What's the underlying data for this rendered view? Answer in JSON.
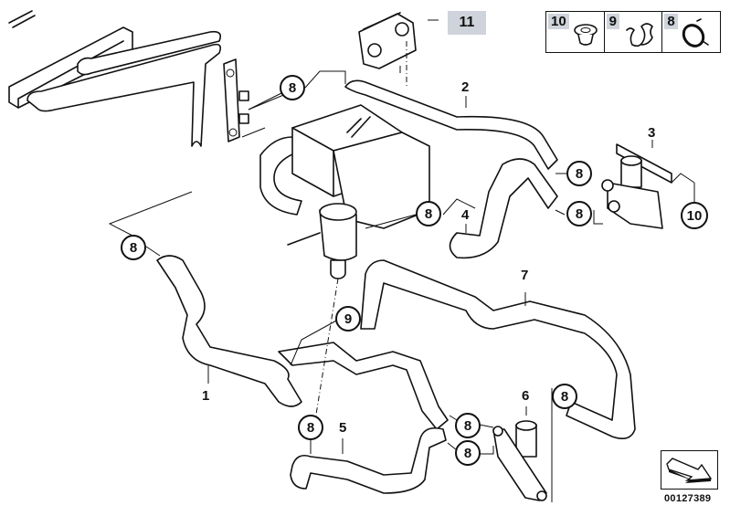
{
  "diagram": {
    "type": "exploded parts diagram",
    "document_number": "00127389",
    "part_callouts": [
      {
        "id": "1",
        "label": "1"
      },
      {
        "id": "2",
        "label": "2"
      },
      {
        "id": "3",
        "label": "3"
      },
      {
        "id": "4",
        "label": "4"
      },
      {
        "id": "5",
        "label": "5"
      },
      {
        "id": "6",
        "label": "6"
      },
      {
        "id": "7",
        "label": "7"
      },
      {
        "id": "11",
        "label": "11"
      }
    ],
    "circle_callouts": {
      "c8a": "8",
      "c8b": "8",
      "c8c": "8",
      "c8d": "8",
      "c8e": "8",
      "c8f": "8",
      "c8g": "8",
      "c8h": "8",
      "c8i": "8",
      "c9": "9",
      "c10": "10"
    },
    "legend_key": [
      {
        "label": "10",
        "icon": "grommet-icon"
      },
      {
        "label": "9",
        "icon": "spring-clip-icon"
      },
      {
        "label": "8",
        "icon": "hose-clamp-icon"
      }
    ],
    "navigation": {
      "icon": "next-page-arrow-icon"
    },
    "colors": {
      "line": "#111111",
      "label_highlight": "#cfd3db",
      "background": "#ffffff"
    }
  }
}
